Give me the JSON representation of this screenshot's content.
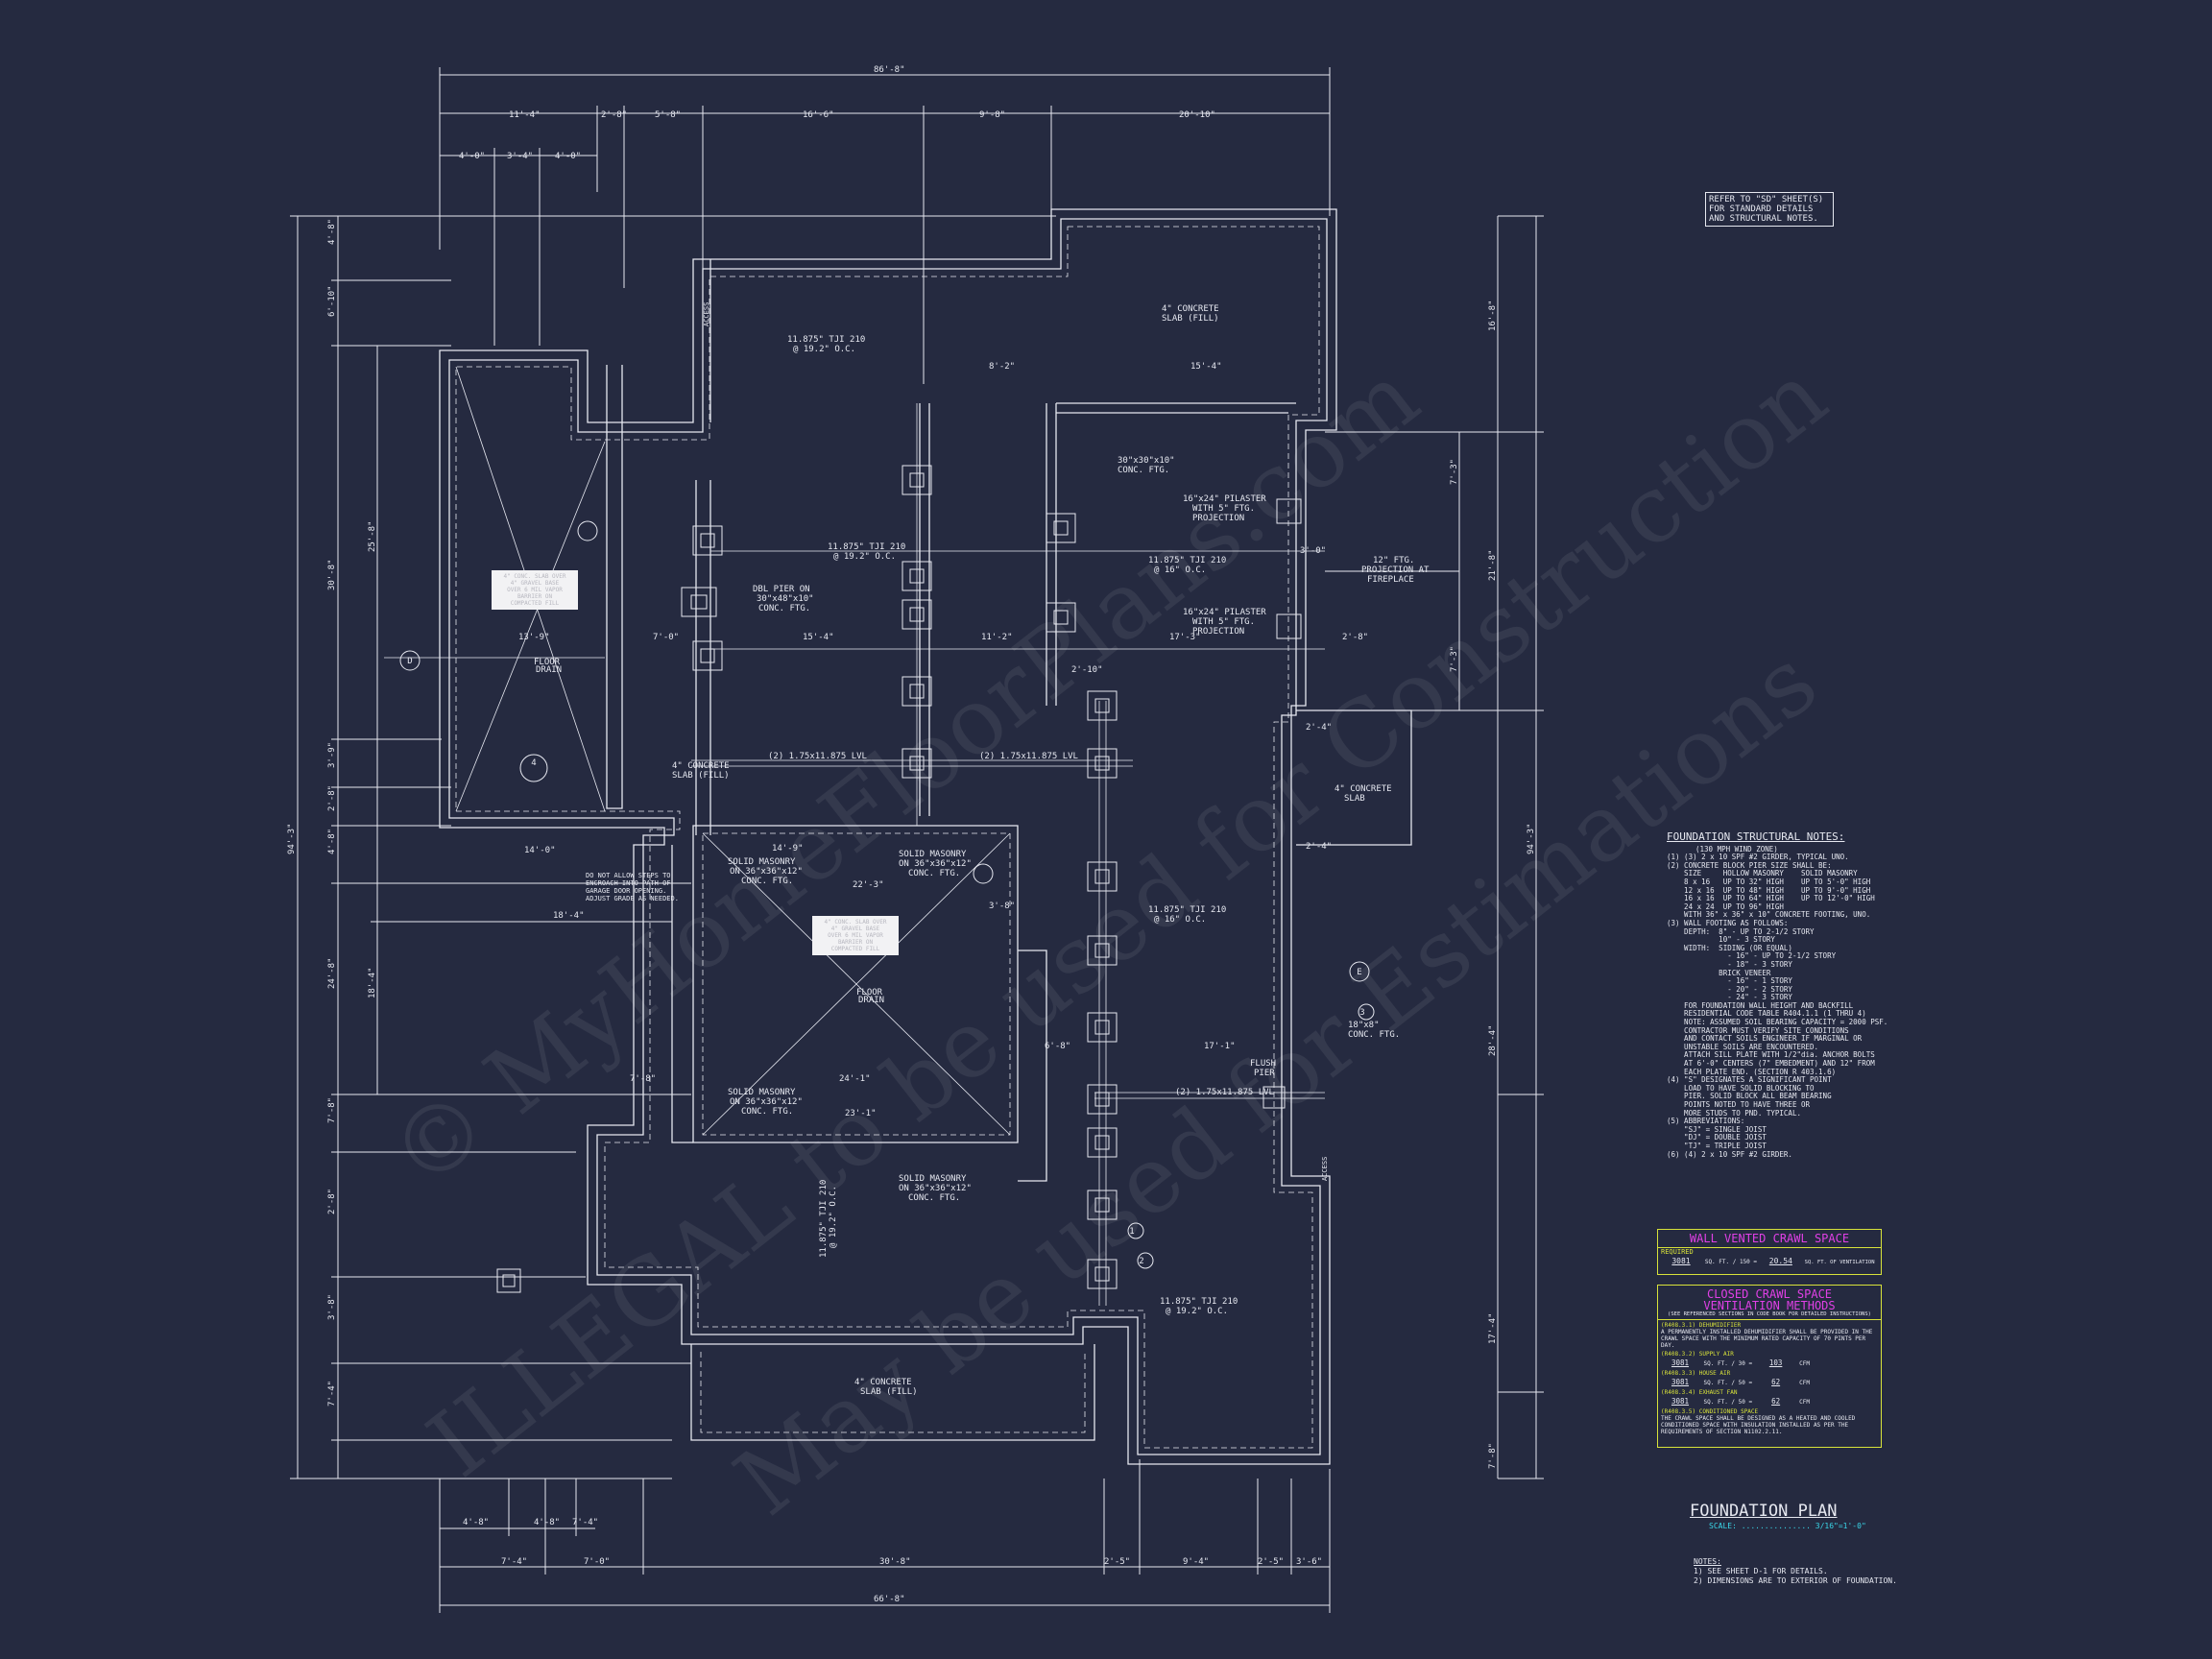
{
  "ref_note": [
    "REFER TO \"SD\" SHEET(S)",
    "FOR STANDARD DETAILS",
    "AND STRUCTURAL NOTES."
  ],
  "watermark": {
    "line1": "© MyHomeFloorPlans.com",
    "line2": "ILLEGAL to be used for Construction",
    "line3": "May be used for Estimations"
  },
  "dimensions": {
    "top_overall": "86'-8\"",
    "top_row1": [
      "11'-4\"",
      "2'-8\"",
      "5'-8\"",
      "16'-6\"",
      "9'-8\"",
      "20'-10\""
    ],
    "top_row2": [
      "4'-0\"",
      "3'-4\"",
      "4'-0\""
    ],
    "bottom_overall": "66'-8\"",
    "bottom_row1": [
      "7'-4\"",
      "7'-0\"",
      "30'-8\"",
      "2'-5\"",
      "9'-4\"",
      "2'-5\"",
      "3'-6\""
    ],
    "bottom_row2": [
      "4'-8\"",
      "4'-8\"",
      "7'-4\""
    ],
    "left_overall": "94'-3\"",
    "left_col1": [
      "4'-8\"",
      "6'-10\"",
      "30'-8\"",
      "3'-9\"",
      "2'-8\"",
      "4'-8\"",
      "24'-8\"",
      "7'-8\"",
      "2'-8\"",
      "3'-8\"",
      "7'-4\""
    ],
    "left_col2": [
      "25'-8\"",
      "18'-4\""
    ],
    "right_overall": "94'-3\"",
    "right_col1": [
      "16'-8\"",
      "21'-8\"",
      "28'-4\"",
      "17'-4\"",
      "7'-8\""
    ],
    "right_col2": [
      "7'-3\"",
      "7'-3\""
    ]
  },
  "plan_labels": {
    "joist_top": [
      "11.875\" TJI 210",
      "@ 19.2\" O.C."
    ],
    "joist_mid": [
      "11.875\" TJI 210",
      "@ 19.2\" O.C."
    ],
    "joist_right": [
      "11.875\" TJI 210",
      "@ 16\" O.C."
    ],
    "joist_right2": [
      "11.875\" TJI 210",
      "@ 16\" O.C."
    ],
    "joist_bottom_right": [
      "11.875\" TJI 210",
      "@ 19.2\" O.C."
    ],
    "joist_bottom_vertical": [
      "11.875\" TJI 210",
      "@ 19.2\" O.C."
    ],
    "slab_top_right": [
      "4\" CONCRETE",
      "SLAB (FILL)"
    ],
    "slab_right": [
      "4\" CONCRETE",
      "SLAB"
    ],
    "slab_bottom": [
      "4\" CONCRETE",
      "SLAB (FILL)"
    ],
    "slab_small": [
      "4\" CONCRETE",
      "SLAB (FILL)"
    ],
    "conc_ftg_30": [
      "30\"x30\"x10\"",
      "CONC. FTG."
    ],
    "pilaster_1": [
      "16\"x24\" PILASTER",
      "WITH 5\" FTG.",
      "PROJECTION"
    ],
    "pilaster_2": [
      "16\"x24\" PILASTER",
      "WITH 5\" FTG.",
      "PROJECTION"
    ],
    "fireplace": [
      "12\" FTG.",
      "PROJECTION AT",
      "FIREPLACE"
    ],
    "dbl_pier": [
      "DBL PIER ON",
      "30\"x48\"x10\"",
      "CONC. FTG."
    ],
    "lvl_1": "(2) 1.75x11.875 LVL",
    "lvl_2": "(2) 1.75x11.875 LVL",
    "lvl_3": "(2) 1.75x11.875 LVL",
    "solid_masonry_1": [
      "SOLID MASONRY",
      "ON 36\"x36\"x12\"",
      "CONC. FTG."
    ],
    "solid_masonry_2": [
      "SOLID MASONRY",
      "ON 36\"x36\"x12\"",
      "CONC. FTG."
    ],
    "solid_masonry_3": [
      "SOLID MASONRY",
      "ON 36\"x36\"x12\"",
      "CONC. FTG."
    ],
    "solid_masonry_4": [
      "SOLID MASONRY",
      "ON 36\"x36\"x12\"",
      "CONC. FTG."
    ],
    "floor_drain_1": [
      "FLOOR",
      "DRAIN"
    ],
    "floor_drain_2": [
      "FLOOR",
      "DRAIN"
    ],
    "flush_pier": [
      "FLUSH",
      "PIER"
    ],
    "ftg_18x8": [
      "18\"x8\"",
      "CONC. FTG."
    ],
    "steps_note": [
      "DO NOT ALLOW STEPS TO",
      "ENCROACH INTO PATH OF",
      "GARAGE DOOR OPENING.",
      "ADJUST GRADE AS NEEDED."
    ],
    "access_1": "ACCESS",
    "access_2": "ACCESS",
    "inner_dims": [
      "8'-2\"",
      "15'-4\"",
      "15'-4\"",
      "11'-2\"",
      "17'-3\"",
      "7'-0\"",
      "22'-3\"",
      "24'-1\"",
      "23'-1\"",
      "14'-9\"",
      "14'-0\"",
      "18'-4\"",
      "7'-8\"",
      "6'-8\"",
      "17'-1\"",
      "13'-9\"",
      "2'-4\"",
      "2'-4\"",
      "3'-0\"",
      "2'-8\"",
      "2'-10\"",
      "3'-8\""
    ],
    "circle_tags": [
      "1",
      "2",
      "3",
      "4",
      "D",
      "E"
    ],
    "whitebox_1": [
      "4\" CONC. SLAB OVER",
      "4\" GRAVEL BASE",
      "OVER 6 MIL VAPOR",
      "BARRIER ON",
      "COMPACTED FILL"
    ],
    "whitebox_2": [
      "4\" CONC. SLAB OVER",
      "4\" GRAVEL BASE",
      "OVER 6 MIL VAPOR",
      "BARRIER ON",
      "COMPACTED FILL"
    ]
  },
  "foundation_notes": {
    "heading": "FOUNDATION STRUCTURAL NOTES:",
    "subheading": "(130 MPH WIND ZONE)",
    "lines": [
      "(1) (3) 2 x 10 SPF #2 GIRDER, TYPICAL UNO.",
      "(2) CONCRETE BLOCK PIER SIZE SHALL BE:",
      "    SIZE     HOLLOW MASONRY    SOLID MASONRY",
      "    8 x 16   UP TO 32\" HIGH    UP TO 5'-0\" HIGH",
      "    12 x 16  UP TO 48\" HIGH    UP TO 9'-0\" HIGH",
      "    16 x 16  UP TO 64\" HIGH    UP TO 12'-0\" HIGH",
      "    24 x 24  UP TO 96\" HIGH",
      "    WITH 36\" x 36\" x 10\" CONCRETE FOOTING, UNO.",
      "(3) WALL FOOTING AS FOLLOWS:",
      "    DEPTH:  8\" - UP TO 2-1/2 STORY",
      "            10\" - 3 STORY",
      "    WIDTH:  SIDING (OR EQUAL)",
      "              - 16\" - UP TO 2-1/2 STORY",
      "              - 18\" - 3 STORY",
      "            BRICK VENEER",
      "              - 16\" - 1 STORY",
      "              - 20\" - 2 STORY",
      "              - 24\" - 3 STORY",
      "    FOR FOUNDATION WALL HEIGHT AND BACKFILL",
      "",
      "    RESIDENTIAL CODE TABLE R404.1.1 (1 THRU 4)",
      "    NOTE: ASSUMED SOIL BEARING CAPACITY = 2000 PSF.",
      "    CONTRACTOR MUST VERIFY SITE CONDITIONS",
      "    AND CONTACT SOILS ENGINEER IF MARGINAL OR",
      "    UNSTABLE SOILS ARE ENCOUNTERED.",
      "",
      "    ATTACH SILL PLATE WITH 1/2\"dia. ANCHOR BOLTS",
      "    AT 6'-0\" CENTERS (7\" EMBEDMENT) AND 12\" FROM",
      "    EACH PLATE END. (SECTION R 403.1.6)",
      "",
      "(4) \"S\" DESIGNATES A SIGNIFICANT POINT",
      "    LOAD TO HAVE SOLID BLOCKING TO",
      "    PIER. SOLID BLOCK ALL BEAM BEARING",
      "    POINTS NOTED TO HAVE THREE OR",
      "    MORE STUDS TO PND. TYPICAL.",
      "",
      "(5) ABBREVIATIONS:",
      "    \"SJ\" = SINGLE JOIST",
      "    \"DJ\" = DOUBLE JOIST",
      "    \"TJ\" = TRIPLE JOIST",
      "",
      "(6) (4) 2 x 10 SPF #2 GIRDER."
    ]
  },
  "wall_vented": {
    "title": "WALL VENTED CRAWL SPACE",
    "required": "REQUIRED",
    "area": "3081",
    "unit1": "SQ. FT. / 150 =",
    "vent": "20.54",
    "unit2": "SQ. FT. OF VENTILATION"
  },
  "closed_crawl": {
    "title1": "CLOSED CRAWL SPACE",
    "title2": "VENTILATION METHODS",
    "sub": "(SEE REFERENCED SECTIONS IN CODE BOOK FOR DETAILED INSTRUCTIONS)",
    "m1": "(R408.3.1) DEHUMIDIFIER",
    "d1": [
      "A PERMANENTLY INSTALLED DEHUMIDIFIER SHALL BE PROVIDED IN THE",
      "CRAWL SPACE WITH THE MINIMUM RATED CAPACITY OF 70 PINTS PER DAY."
    ],
    "m2": "(R408.3.2) SUPPLY AIR",
    "v2": [
      "3081",
      "SQ. FT. / 30 =",
      "103",
      "CFM"
    ],
    "m3": "(R408.3.3) HOUSE AIR",
    "v3": [
      "3081",
      "SQ. FT. / 50 =",
      "62",
      "CFM"
    ],
    "m4": "(R408.3.4) EXHAUST FAN",
    "v4": [
      "3081",
      "SQ. FT. / 50 =",
      "62",
      "CFM"
    ],
    "m5": "(R408.3.5) CONDITIONED SPACE",
    "d5": [
      "THE CRAWL SPACE SHALL BE DESIGNED AS A HEATED AND COOLED",
      "CONDITIONED SPACE WITH INSULATION INSTALLED AS PER THE",
      "REQUIREMENTS OF SECTION N1102.2.11."
    ]
  },
  "title_block": {
    "title": "FOUNDATION PLAN",
    "scale": "SCALE: ............... 3/16\"=1'-0\""
  },
  "footer_notes": {
    "heading": "NOTES:",
    "n1": "1)  SEE SHEET D-1 FOR DETAILS.",
    "n2": "2)  DIMENSIONS ARE TO EXTERIOR OF FOUNDATION."
  },
  "colors": {
    "background": "#252a40",
    "line": "#e6e8f0",
    "accent_yellow": "#d8e23a",
    "accent_magenta": "#e040e6",
    "accent_cyan": "#3ad6e8"
  }
}
